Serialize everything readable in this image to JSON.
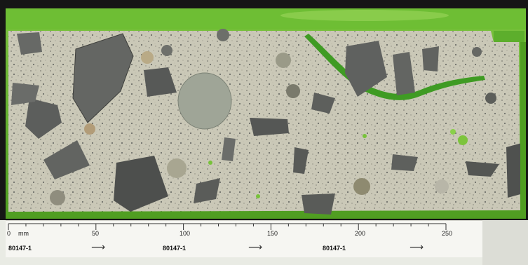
{
  "scale": {
    "unit_label": "mm",
    "ticks": [
      "0",
      "50",
      "100",
      "150",
      "200",
      "250"
    ]
  },
  "labels": {
    "sample_ids": [
      "80147-1",
      "80147-1",
      "80147-1"
    ],
    "arrows": [
      "⟶",
      "⟶",
      "⟶"
    ]
  },
  "colors": {
    "epoxy_green": "#5fb32a",
    "matrix": "#c9c7b6",
    "aggregate_dark": "#5b5d5a",
    "background": "#1a1a1a",
    "label_strip": "#f6f6f2"
  }
}
